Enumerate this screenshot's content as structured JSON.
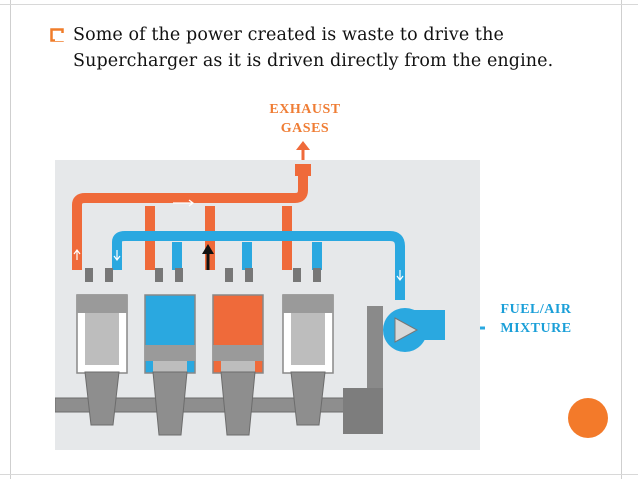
{
  "slide": {
    "bullet_text": "Some of the power created is waste to drive the Supercharger as it is driven directly from the engine.",
    "bullet_icon": "hollow-square-bullet-icon",
    "accent_color": "#f07d2a"
  },
  "diagram": {
    "exhaust_label": "EXHAUST GASES",
    "fuel_label": "FUEL/AIR MIXTURE",
    "colors": {
      "exhaust": "#ef6a3a",
      "intake": "#2aa8e0",
      "background": "#e6e8ea",
      "metal": "#9a9a9a"
    }
  }
}
